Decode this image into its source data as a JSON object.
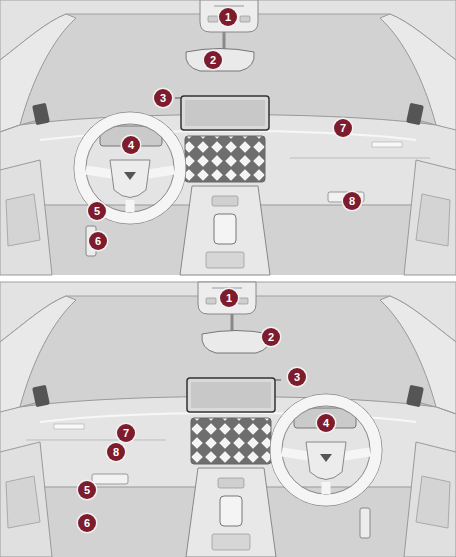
{
  "diagram": {
    "labels": [
      "1",
      "2",
      "3",
      "4",
      "5",
      "6",
      "7",
      "8",
      "1",
      "2",
      "3",
      "4",
      "5",
      "6",
      "7",
      "8"
    ]
  }
}
